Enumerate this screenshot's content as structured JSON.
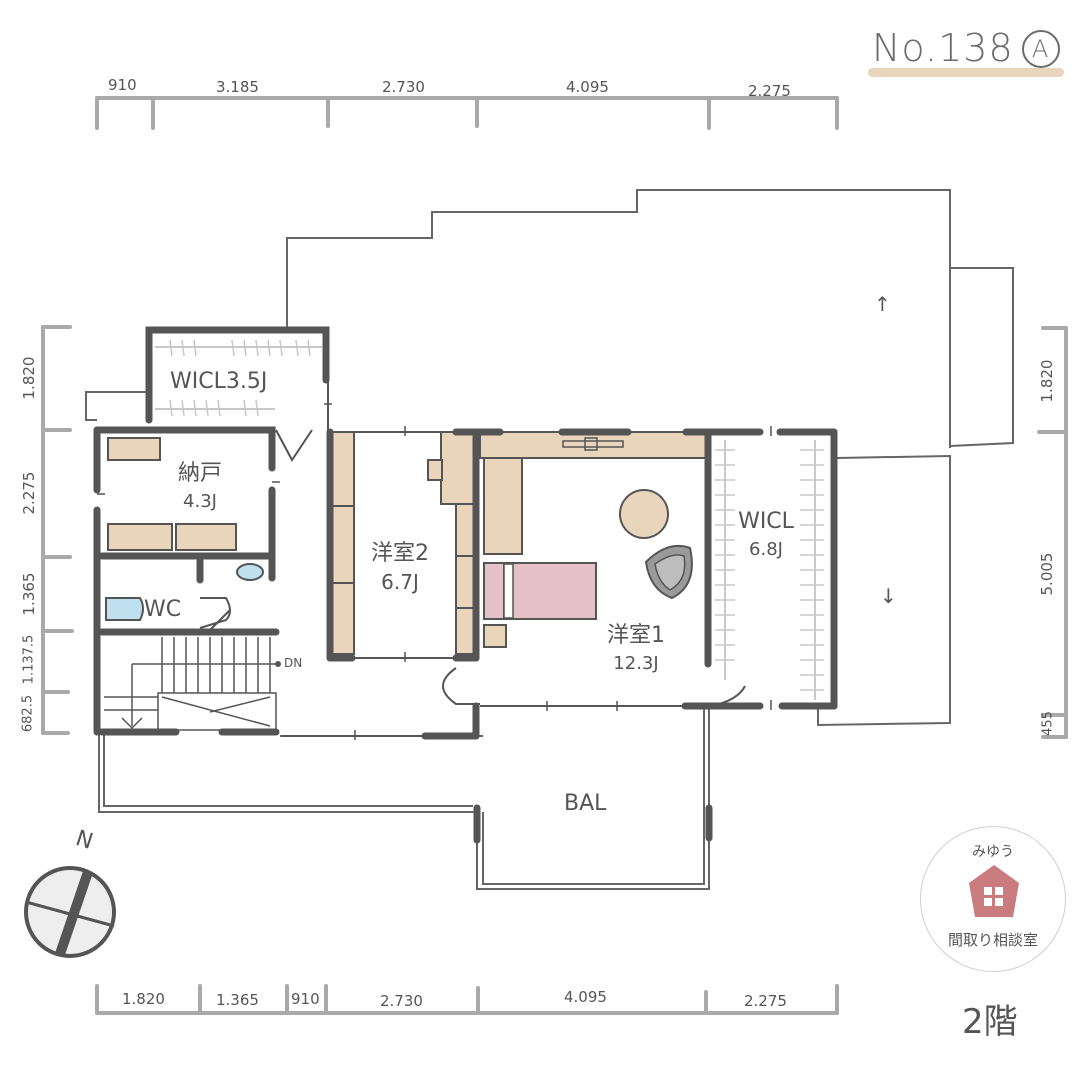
{
  "title": {
    "number": "No.138",
    "variant": "A"
  },
  "floor_label": "2階",
  "colors": {
    "wall": "#555555",
    "storage": "#e8d5bb",
    "bed": "#e5c2c9",
    "chair": "#9a9a9a",
    "fixture": "#bfe0ef",
    "accent_underline": "#e8d5bb",
    "logo_house": "#c97b7d"
  },
  "dimensions": {
    "top": [
      "910",
      "3.185",
      "2.730",
      "4.095",
      "2.275"
    ],
    "bottom": [
      "1.820",
      "1.365",
      "910",
      "2.730",
      "4.095",
      "2.275"
    ],
    "left": [
      "1.820",
      "2.275",
      "1.365",
      "1.137.5",
      "682.5"
    ],
    "right": [
      "1.820",
      "5.005",
      "455"
    ]
  },
  "rooms": {
    "wicl_small": {
      "name": "WICL",
      "size": "3.5J"
    },
    "nando": {
      "name": "納戸",
      "size": "4.3J"
    },
    "wc": {
      "name": "WC"
    },
    "yoshitsu2": {
      "name": "洋室2",
      "size": "6.7J"
    },
    "yoshitsu1": {
      "name": "洋室1",
      "size": "12.3J"
    },
    "wicl_large": {
      "name": "WICL",
      "size": "6.8J"
    },
    "balcony": {
      "name": "BAL"
    }
  },
  "stairs": {
    "label": "DN"
  },
  "roof_arrows": {
    "up": "↑",
    "down": "↓"
  },
  "compass": {
    "label": "N"
  },
  "logo": {
    "top_text": "みゆう",
    "bottom_text": "間取り相談室"
  }
}
